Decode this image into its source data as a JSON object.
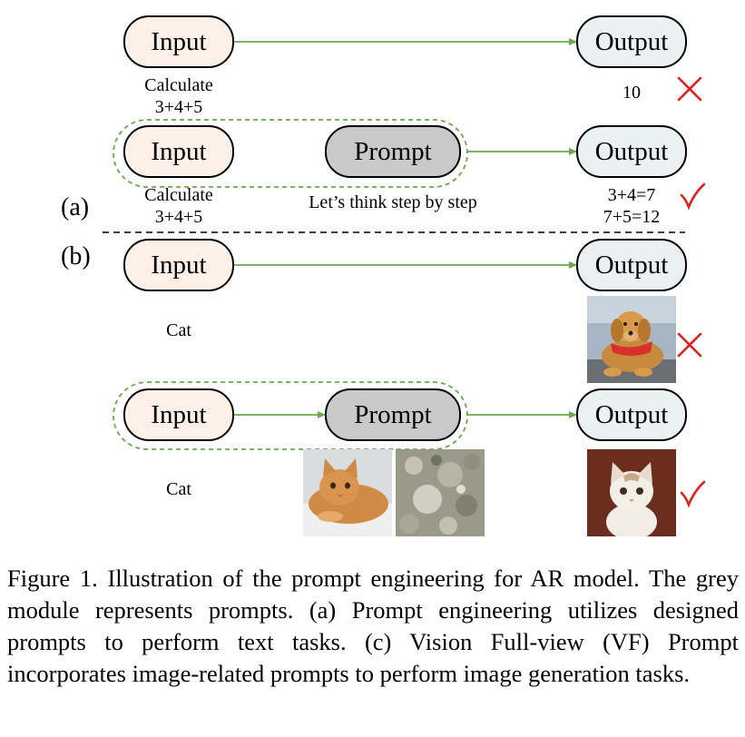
{
  "panels": {
    "a": "(a)",
    "b": "(b)"
  },
  "nodes": {
    "input": "Input",
    "output": "Output",
    "prompt": "Prompt"
  },
  "row1": {
    "input_text": "Calculate\n3+4+5",
    "output_text": "10"
  },
  "row2": {
    "input_text": "Calculate\n3+4+5",
    "prompt_text": "Let’s think step by step",
    "output_text": "3+4=7\n7+5=12"
  },
  "row3": {
    "input_text": "Cat"
  },
  "row4": {
    "input_text": "Cat"
  },
  "colors": {
    "arrow": "#6aa84f",
    "cross": "#e0201a",
    "check": "#e0201a",
    "dash_group": "#6aa84f"
  },
  "icons": {
    "wrong": "cross-icon",
    "right": "check-icon"
  },
  "caption": "Figure 1.  Illustration of the prompt engineering for AR model. The grey module represents prompts. (a) Prompt engineering utilizes designed prompts to perform text tasks. (c) Vision Full-view (VF) Prompt incorporates image-related prompts to perform image generation tasks."
}
